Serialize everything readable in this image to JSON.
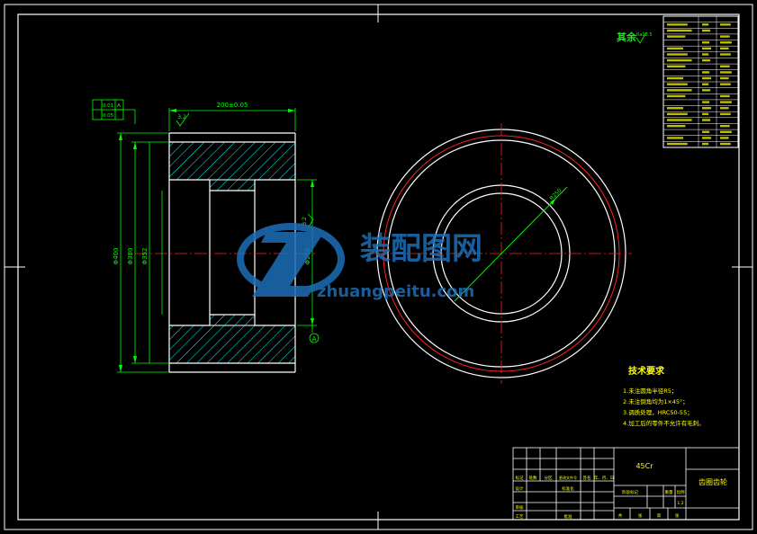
{
  "drawing": {
    "surface_finish": {
      "label": "其余",
      "value": "Ra12.5"
    },
    "dimensions": {
      "width": "200±0.05",
      "dia_outer": "Φ400",
      "dia_a": "Φ380",
      "dia_b": "Φ352",
      "dia_inner": "Φ250",
      "bore_radius": "R250",
      "roughness_top": "3.2",
      "roughness_right": "3.2"
    },
    "datum": "A",
    "tolerance_frame": {
      "row1": "0.01",
      "row2": "0.05",
      "datum": "A"
    },
    "tech_requirements": {
      "title": "技术要求",
      "items": [
        "1.未注圆角半径R5；",
        "2.未注倒角均为1×45°；",
        "3.调质处理，HRC50-55；",
        "4.加工后的零件不允许有毛刺。"
      ]
    },
    "watermark": {
      "cn": "装配图网",
      "en": "zhuangpeitu.com"
    },
    "title_block": {
      "material": "45Cr",
      "part_name": "齿圈齿轮",
      "labels": [
        "标记",
        "处数",
        "分区",
        "更改文件号",
        "签名",
        "年、月、日"
      ],
      "row_labels": [
        "设计",
        "审核",
        "工艺"
      ],
      "stage_label": "阶段标记",
      "weight_label": "重量",
      "scale_label": "比例",
      "scale_value": "1:2",
      "sheets": [
        "共",
        "张",
        "第",
        "张"
      ],
      "std_label": "标准化",
      "approve_label": "批准"
    }
  },
  "colors": {
    "background": "#000000",
    "outline": "#ffffff",
    "dimension": "#00ff00",
    "centerline": "#ff2020",
    "hatch": "#00ffff",
    "text": "#ffff00",
    "watermark": "#1e6fb8"
  }
}
